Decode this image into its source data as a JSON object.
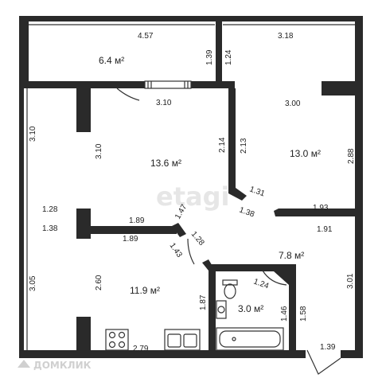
{
  "watermark": "etagi",
  "logo_text": "ДОМКЛИК",
  "rooms": {
    "balcony_area": "6.4 м²",
    "room1_area": "13.6 м²",
    "room2_area": "13.0 м²",
    "room3_area": "11.9 м²",
    "hall_area": "7.8 м²",
    "bath_area": "3.0 м²"
  },
  "dims": {
    "d457": "4.57",
    "d318": "3.18",
    "d139a": "1.39",
    "d124a": "1.24",
    "d310a": "3.10",
    "d300": "3.00",
    "d310b": "3.10",
    "d310c": "3.10",
    "d214": "2.14",
    "d213": "2.13",
    "d288": "2.88",
    "d131": "1.31",
    "d138a": "1.38",
    "d147": "1.47",
    "d128a": "1.28",
    "d189a": "1.89",
    "d193": "1.93",
    "d138b": "1.38",
    "d189b": "1.89",
    "d191": "1.91",
    "d128b": "1.28",
    "d143": "1.43",
    "d305": "3.05",
    "d260": "2.60",
    "d124b": "1.24",
    "d187": "1.87",
    "d146": "1.46",
    "d158": "1.58",
    "d301": "3.01",
    "d279": "2.79",
    "d139b": "1.39"
  },
  "colors": {
    "wall": "#2a2a2a",
    "line": "#333333",
    "bg": "#ffffff"
  }
}
